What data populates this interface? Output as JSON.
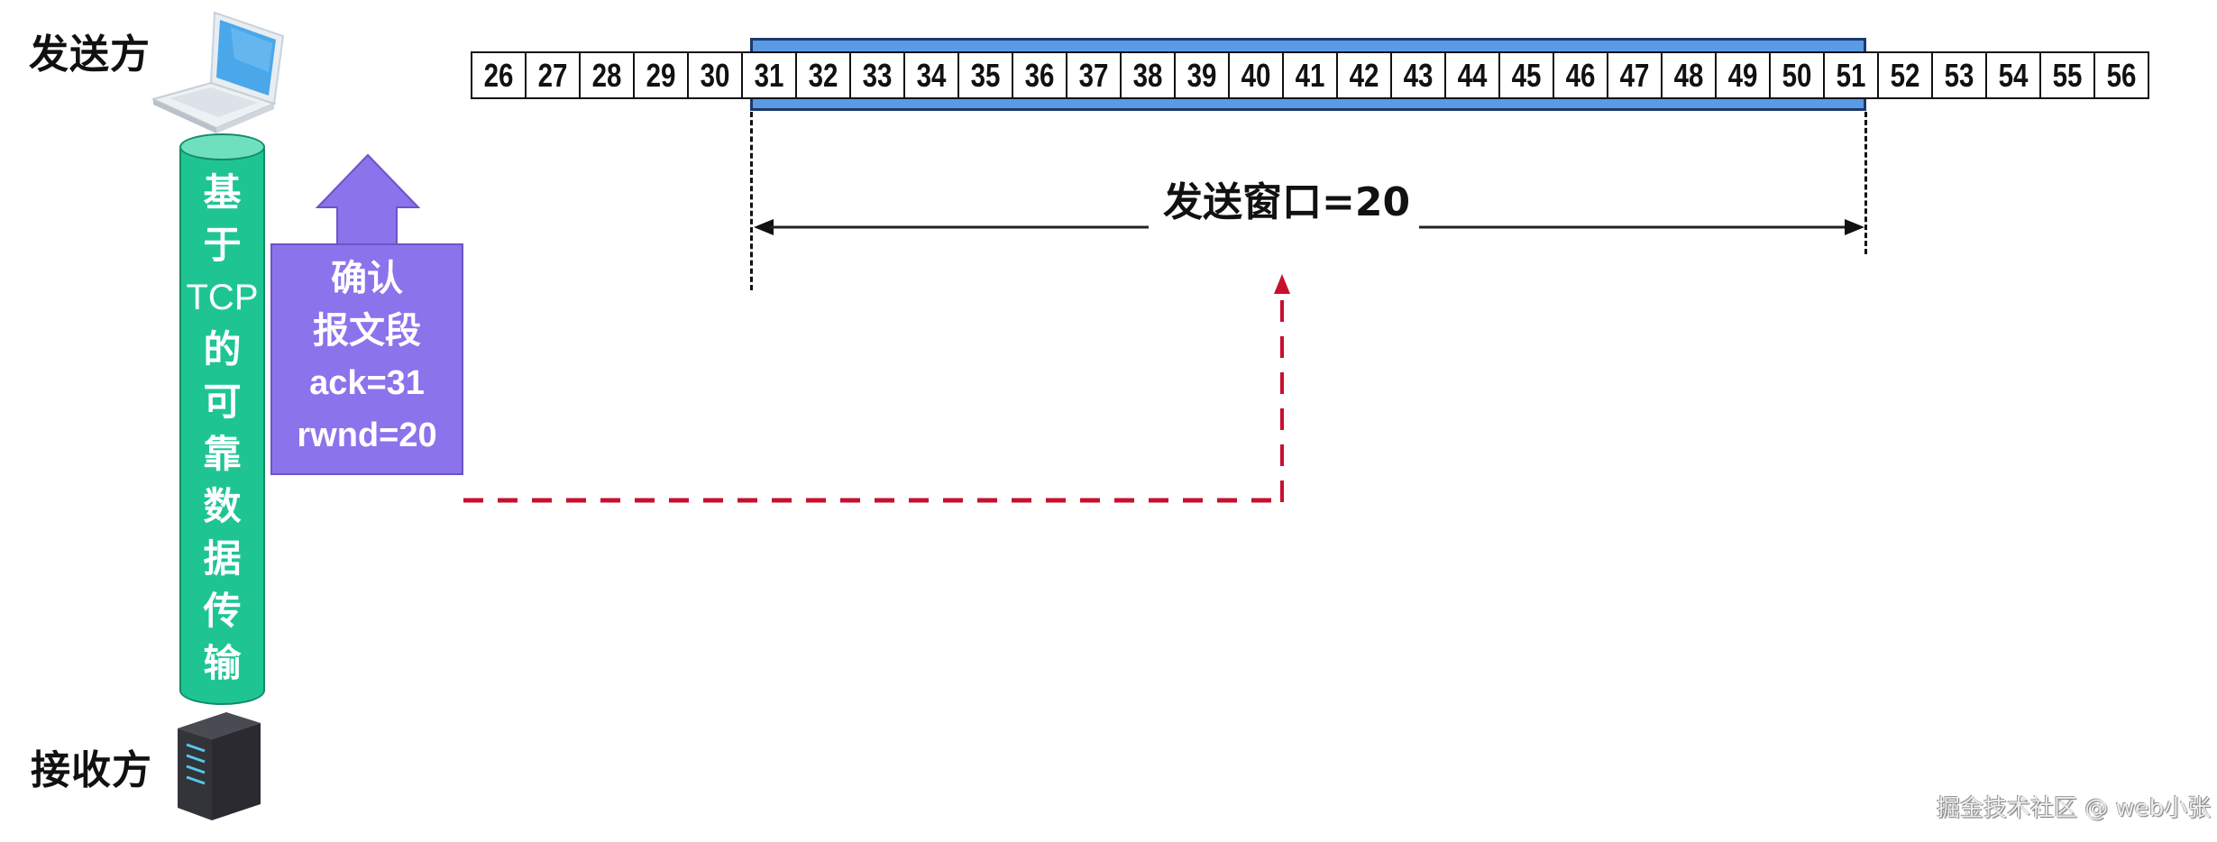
{
  "sender": {
    "label": "发送方",
    "icon": "laptop-icon"
  },
  "receiver": {
    "label": "接收方",
    "icon": "server-icon"
  },
  "channel": {
    "lines": [
      "基",
      "于",
      "TCP",
      "的",
      "可",
      "靠",
      "数",
      "据",
      "传",
      "输"
    ],
    "color": "#1ec593"
  },
  "ack_segment": {
    "title_line1": "确认",
    "title_line2": "报文段",
    "ack": "ack=31",
    "rwnd": "rwnd=20",
    "color": "#8b73ec"
  },
  "sequence": {
    "numbers": [
      "26",
      "27",
      "28",
      "29",
      "30",
      "31",
      "32",
      "33",
      "34",
      "35",
      "36",
      "37",
      "38",
      "39",
      "40",
      "41",
      "42",
      "43",
      "44",
      "45",
      "46",
      "47",
      "48",
      "49",
      "50",
      "51",
      "52",
      "53",
      "54",
      "55",
      "56"
    ],
    "window_start": "31",
    "window_end": "50",
    "window_color": "#5b9be6"
  },
  "window": {
    "label": "发送窗口=20"
  },
  "arrows": {
    "color": "#c8102e"
  },
  "watermark": "掘金技术社区 @ web小张"
}
